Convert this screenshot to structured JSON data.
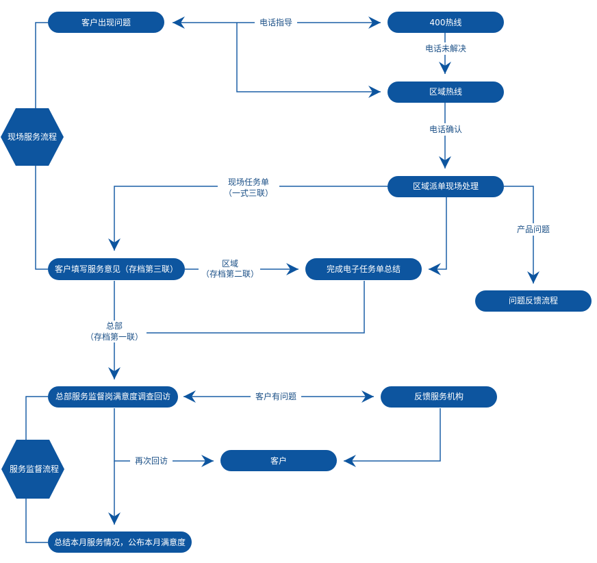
{
  "colors": {
    "node": "#0d559f",
    "line": "#1a5ea6",
    "label": "#1a4f86",
    "background": "#ffffff"
  },
  "nodes": {
    "customer_issue": "客户出现问题",
    "hotline_400": "400热线",
    "regional_hotline": "区域热线",
    "regional_dispatch": "区域派单现场处理",
    "customer_fill_opinion": "客户填写服务意见（存档第三联）",
    "complete_e_task": "完成电子任务单总结",
    "issue_feedback_process": "问题反馈流程",
    "hq_survey": "总部服务监督岗满意度调查回访",
    "feedback_service_org": "反馈服务机构",
    "customer": "客户",
    "monthly_summary": "总结本月服务情况，公布本月满意度"
  },
  "hexagons": {
    "onsite_process": "现场服务流程",
    "supervision_process": "服务监督流程"
  },
  "labels": {
    "phone_guidance": "电话指导",
    "phone_unresolved": "电话未解决",
    "phone_confirm": "电话确认",
    "onsite_task_line1": "现场任务单",
    "onsite_task_line2": "（一式三联）",
    "product_issue": "产品问题",
    "region_line1": "区域",
    "region_line2": "（存档第二联）",
    "hq_line1": "总部",
    "hq_line2": "（存档第一联）",
    "customer_has_issue": "客户有问题",
    "revisit": "再次回访"
  }
}
